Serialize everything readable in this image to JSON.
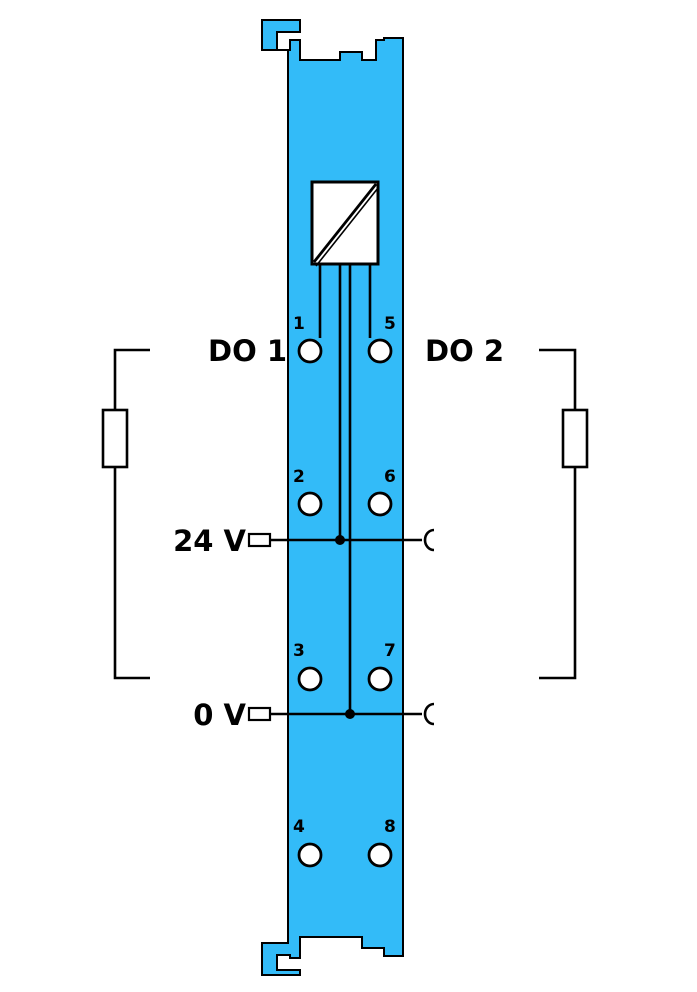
{
  "colors": {
    "module": "#33bbf8",
    "line": "#000000",
    "background": "#ffffff"
  },
  "labels": {
    "do1": "DO 1",
    "do2": "DO 2",
    "v24": "24 V",
    "v0": "0 V"
  },
  "terminals": [
    "1",
    "2",
    "3",
    "4",
    "5",
    "6",
    "7",
    "8"
  ],
  "icons": {
    "converter": "signal-converter-icon",
    "load_left": "resistor-icon",
    "load_right": "resistor-icon"
  }
}
